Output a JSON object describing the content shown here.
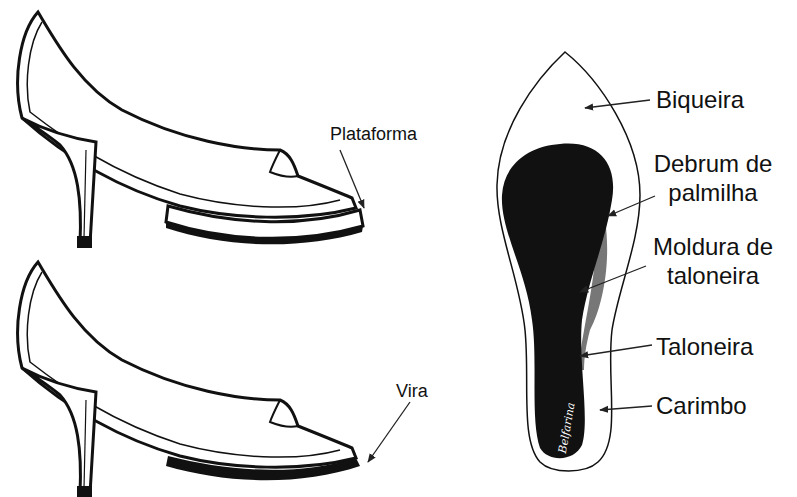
{
  "diagram": {
    "labels": [
      "Plataforma",
      "Vira",
      "Biqueira",
      "Debrum de palmilha",
      "Moldura de taloneira",
      "Taloneira",
      "Carimbo",
      "Belfarina"
    ]
  }
}
